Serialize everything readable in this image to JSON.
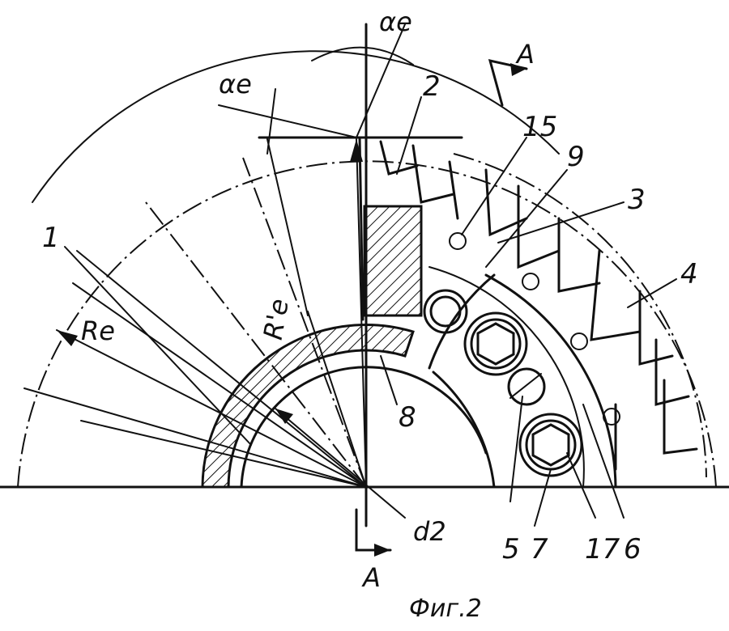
{
  "figure": {
    "caption": "Фиг.2",
    "section_mark": "A",
    "symbols": {
      "alpha_e_top": "αe",
      "alpha_e_left": "αe",
      "R_e": "Re",
      "R_e_prime": "R'e",
      "d2": "d2"
    },
    "callouts": [
      "1",
      "2",
      "15",
      "9",
      "3",
      "4",
      "8",
      "5",
      "7",
      "17",
      "6"
    ]
  },
  "colors": {
    "ink": "#111111",
    "paper": "#ffffff"
  }
}
